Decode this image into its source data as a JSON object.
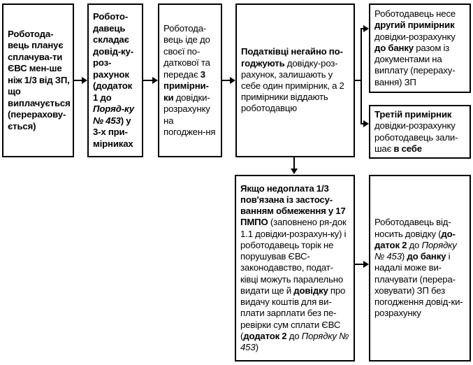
{
  "diagram": {
    "title": "Схема узгодження довідки-розрахунку при сплаті ЄСВ менше 1/3",
    "type": "flowchart",
    "background": "#ffffff",
    "line_color": "#000000",
    "text_color": "#000000"
  },
  "boxes": [
    {
      "id": "box1",
      "name": "step-employer-plans-lower-esv",
      "text_plain": "Роботодавець планує сплачувати ЄВС менше ніж 1/3 від ЗП, що виплачується (перераховується)",
      "text_html": "Роботода&#8208;вець планує сплачува&#8208;ти ЄВС мен&#8208;ше ніж 1/3 від ЗП, що виплачується (перерахову&#8208;ється)",
      "style": "bold"
    },
    {
      "id": "box2",
      "name": "step-employer-prepares-certificate",
      "text_plain": "Роботодавець складає довідку-розрахунок (додаток 1 до Порядку № 453) у 3-х примірниках",
      "text_html": "Робото&#8208;давець складає довід&#8208;ку&#8208;роз&#8208;рахунок (додаток 1 до <i>Поряд&#8208;ку № 453</i>) у 3&#8208;х при&#8208;мірниках",
      "style": "bold"
    },
    {
      "id": "box3",
      "name": "step-employer-goes-to-tax-office",
      "text_plain": "Роботодавець іде до своєї податкової та передає 3 примірники довідки-розрахунку на погодження",
      "text_html": "Роботода&#8208;вець іде до своєї по&#8208;даткової та передає <b>3 примірни&#8208;ки</b> довідки&#8208;розрахунку на погоджен&#8208;ня",
      "style": "regular"
    },
    {
      "id": "box4",
      "name": "step-tax-officers-approve",
      "text_plain": "Податківці негайно погоджують довідку-розрахунок, залишають у себе один примірник, а 2 примірники віддають роботодавцю",
      "text_html": "<b>Податківці негайно по&#8208;годжують</b> довідку&#8208;роз&#8208;рахунок, залишають у себе один примірник, а 2 примірники віддають роботодавцю",
      "style": "regular"
    },
    {
      "id": "box5",
      "name": "outcome-second-copy-to-bank",
      "text_plain": "Роботодавець несе другий примірник довідки-розрахунку до банку разом із документами на виплату (перерахування) ЗП",
      "text_html": "Роботодавець несе <b>другий примірник</b> довідки&#8208;розрахунку <b>до банку</b> разом із документами на виплату (перераху&#8208;вання) ЗП",
      "style": "regular"
    },
    {
      "id": "box6",
      "name": "outcome-third-copy-kept",
      "text_plain": "Третій примірник довідки-розрахунку роботодавець залишає в себе",
      "text_html": "<b>Третій примірник</b> довідки&#8208;розрахунку роботодавець зали&#8208;шає <b>в себе</b>",
      "style": "regular"
    },
    {
      "id": "box7",
      "name": "condition-underpayment-17-pmpo",
      "text_plain": "Якщо недоплата 1/3 пов'язана із застосуванням обмеження у 17 ПМПО (заповнено рядок 1.1 довідки-розрахунку) і роботодавець торік не порушував ЄВС-законодавство, податківці можуть паралельно видати ще й довідку про видачу коштів для виплати зарплати без перевірки сум сплати ЄВС (додаток 2 до Порядку № 453)",
      "text_html": "<b>Якщо недоплата 1/3 пов'язана із застосу&#8208;ванням обмеження у 17 ПМПО</b> (заповнено ря&#8208;док 1.1 довідки&#8208;розрахун&#8208;ку) і роботодавець торік не порушував ЄВС&#8208;законодавство, подат&#8208;ківці можуть паралельно видати ще й <b>довідку</b> про видачу коштів для ви&#8208;плати зарплати без пе&#8208;ревірки сум сплати ЄВС (<b>додаток 2</b> до <i>Порядку № 453</i>)",
      "style": "regular"
    },
    {
      "id": "box8",
      "name": "outcome-certificate-to-bank-no-approval",
      "text_plain": "Роботодавець відносить довідку (додаток 2 до Порядку № 453) до банку і надалі може виплачувати (перераховувати) ЗП без погодження довідки-розрахунку",
      "text_html": "Роботодавець від&#8208;носить довідку (<b>до&#8208;даток 2</b> до <i>Порядку № 453</i>) <b>до банку</b> і надалі може ви&#8208;плачувати (перера&#8208;ховувати) ЗП без погодження довід&#8208;ки&#8208;розрахунку",
      "style": "regular"
    }
  ],
  "connectors": [
    {
      "name": "arrow-box1-to-box2",
      "from": "box1",
      "to": "box2",
      "direction": "right"
    },
    {
      "name": "arrow-box2-to-box3",
      "from": "box2",
      "to": "box3",
      "direction": "right"
    },
    {
      "name": "arrow-box3-to-box4",
      "from": "box3",
      "to": "box4",
      "direction": "right"
    },
    {
      "name": "arrow-box4-to-box5",
      "from": "box4",
      "to": "box5",
      "direction": "right-branch-up"
    },
    {
      "name": "arrow-box4-to-box6",
      "from": "box4",
      "to": "box6",
      "direction": "right-branch-down"
    },
    {
      "name": "arrow-box4-to-box7",
      "from": "box4",
      "to": "box7",
      "direction": "down"
    },
    {
      "name": "arrow-box7-to-box8",
      "from": "box7",
      "to": "box8",
      "direction": "right"
    }
  ]
}
